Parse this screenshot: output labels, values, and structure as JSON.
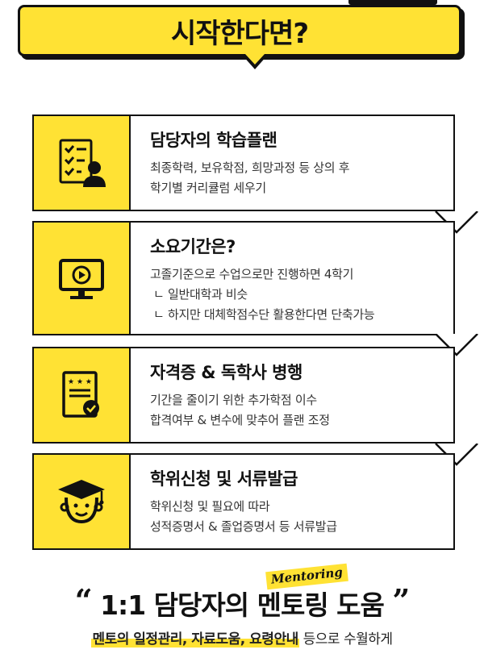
{
  "header": {
    "title": "시작한다면?"
  },
  "cards": [
    {
      "icon": "checklist-person-icon",
      "title": "담당자의 학습플랜",
      "lines": [
        "최종학력, 보유학점, 희망과정 등 상의 후",
        "학기별 커리큘럼 세우기"
      ]
    },
    {
      "icon": "video-monitor-icon",
      "title": "소요기간은?",
      "lines": [
        "고졸기준으로 수업으로만 진행하면 4학기",
        "ㄴ 일반대학과 비슷",
        "ㄴ 하지만 대체학점수단 활용한다면 단축가능"
      ]
    },
    {
      "icon": "certificate-icon",
      "title": "자격증 & 독학사 병행",
      "lines": [
        "기간을 줄이기 위한 추가학점 이수",
        "합격여부 & 변수에 맞추어 플랜 조정"
      ]
    },
    {
      "icon": "graduate-icon",
      "title": "학위신청 및 서류발급",
      "lines": [
        "학위신청 및 필요에 따라",
        "성적증명서 & 졸업증명서 등 서류발급"
      ]
    }
  ],
  "bottom": {
    "open_quote": "“",
    "title": "1:1 담당자의 멘토링 도움",
    "close_quote": "”",
    "tag": "Mentoring",
    "highlight": "멘토의 일정관리, 자료도움, 요령안내",
    "rest": " 등으로 수월하게"
  },
  "colors": {
    "accent": "#ffe234",
    "ink": "#111111"
  }
}
